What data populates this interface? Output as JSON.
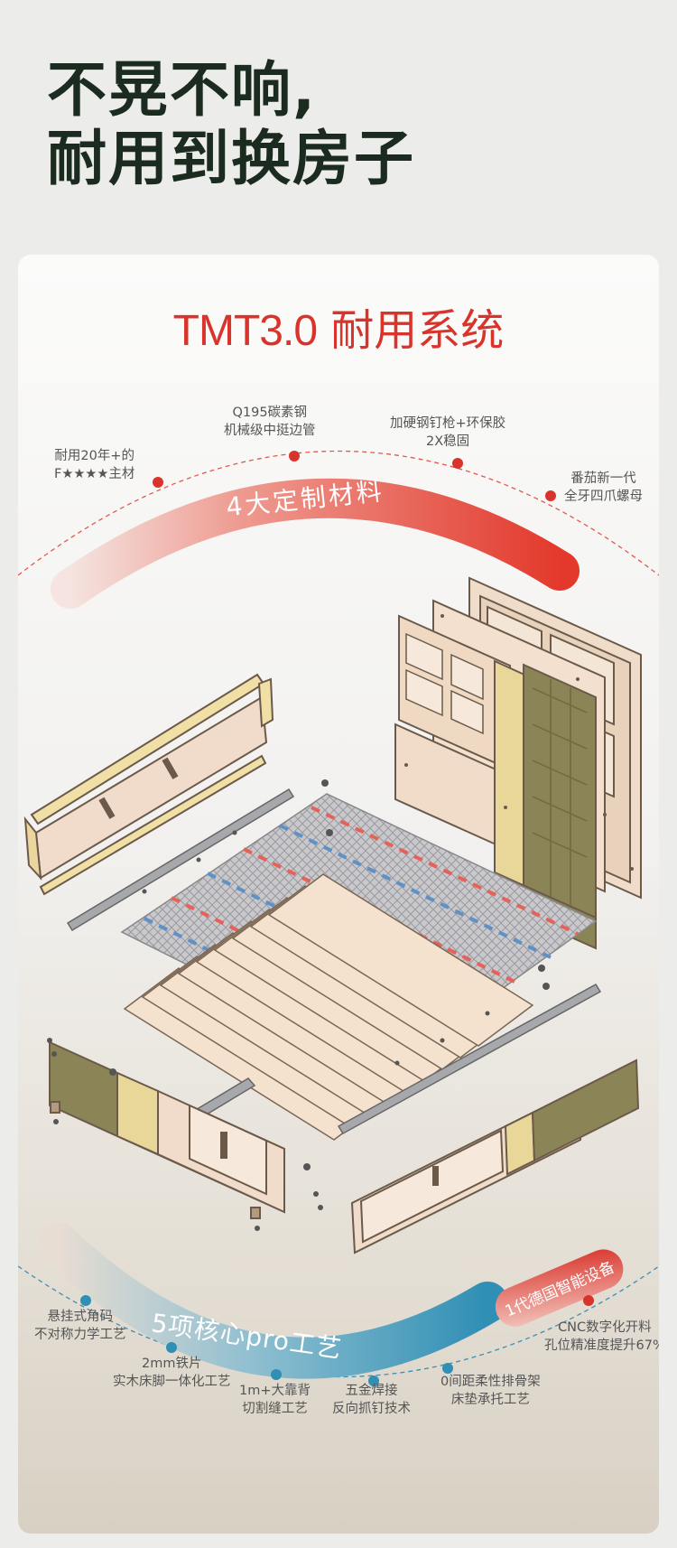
{
  "headline": {
    "line1": "不晃不响,",
    "line2": "耐用到换房子"
  },
  "system": {
    "title_en": "TMT3.0",
    "title_cn": "耐用系统"
  },
  "materials": {
    "banner": "4大定制材料",
    "items": [
      {
        "l1": "耐用20年+的",
        "l2": "F★★★★主材"
      },
      {
        "l1": "Q195碳素钢",
        "l2": "机械级中挺边管"
      },
      {
        "l1": "加硬钢钉枪+环保胶",
        "l2": "2X稳固"
      },
      {
        "l1": "番茄新一代",
        "l2": "全牙四爪螺母"
      }
    ]
  },
  "crafts": {
    "banner": "5项核心pro工艺",
    "badge": "1代德国智能设备",
    "items": [
      {
        "l1": "悬挂式角码",
        "l2": "不对称力学工艺"
      },
      {
        "l1": "2mm铁片",
        "l2": "实木床脚一体化工艺"
      },
      {
        "l1": "1m+大靠背",
        "l2": "切割缝工艺"
      },
      {
        "l1": "五金焊接",
        "l2": "反向抓钉技术"
      },
      {
        "l1": "0间距柔性排骨架",
        "l2": "床垫承托工艺"
      },
      {
        "l1": "CNC数字化开料",
        "l2": "孔位精准度提升67%"
      }
    ]
  },
  "colors": {
    "accent_red": "#d9342b",
    "accent_blue": "#2f8fb4",
    "headline": "#1c2b20",
    "olive": "#8a8456",
    "wood": "#f1dccb"
  }
}
